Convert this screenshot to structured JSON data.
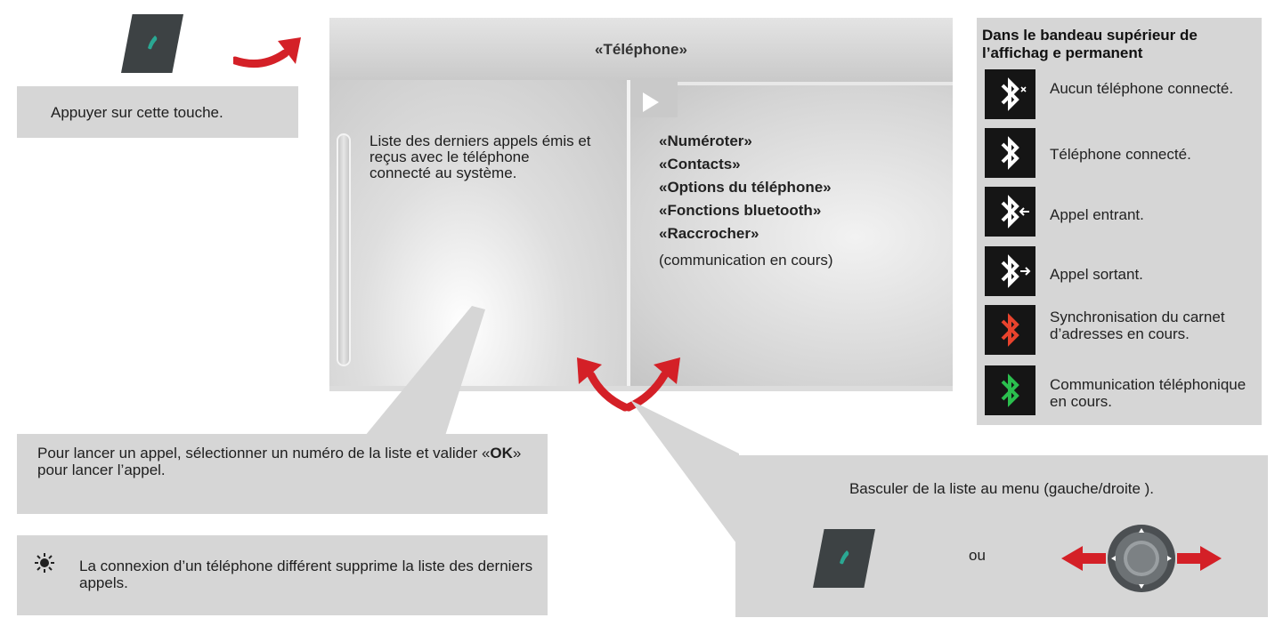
{
  "top_instruction": {
    "text": "Appuyer sur cette touche."
  },
  "screen": {
    "title": "«Téléphone»",
    "list_text": "Liste des derniers appels émis et reçus avec le téléphone connecté au système.",
    "menu": [
      {
        "label": "«Numéroter»",
        "bold": true
      },
      {
        "label": "«Contacts»",
        "bold": true
      },
      {
        "label": "«Options du téléphone»",
        "bold": true
      },
      {
        "label": "«Fonctions bluetooth»",
        "bold": true
      },
      {
        "label": "«Raccrocher»",
        "bold": true
      },
      {
        "label": "(communication en cours)",
        "bold": false
      }
    ]
  },
  "status_panel": {
    "heading": "Dans le bandeau supérieur de l’affichag e permanent",
    "items": [
      {
        "icon": "bluetooth-disconnected-icon",
        "color": "#ffffff",
        "label": "Aucun téléphone connecté."
      },
      {
        "icon": "bluetooth-connected-icon",
        "color": "#ffffff",
        "label": "Téléphone connecté."
      },
      {
        "icon": "bluetooth-incoming-call-icon",
        "color": "#ffffff",
        "label": "Appel entrant."
      },
      {
        "icon": "bluetooth-outgoing-call-icon",
        "color": "#ffffff",
        "label": "Appel sortant."
      },
      {
        "icon": "bluetooth-sync-icon",
        "color": "#e8432d",
        "label": "Synchronisation du carnet d’adresses en cours."
      },
      {
        "icon": "bluetooth-call-active-icon",
        "color": "#2bbf4e",
        "label": "Communication téléphonique en cours."
      }
    ]
  },
  "call_instruction": {
    "text_before": "Pour lancer un appel, sélectionner un numéro de la liste et valider «",
    "ok": "OK",
    "text_after": "» pour lancer l’appel."
  },
  "tip": {
    "icon": "lightbulb-icon",
    "text": "La connexion d’un téléphone différent supprime la liste des derniers appels."
  },
  "toggle_instruction": {
    "text": "Basculer de la liste au menu (gauche/droite ).",
    "or_label": "ou"
  },
  "colors": {
    "accent_red": "#d42027",
    "panel_grey": "#d6d6d6",
    "key_dark": "#3d4244",
    "key_green": "#2aa893"
  }
}
